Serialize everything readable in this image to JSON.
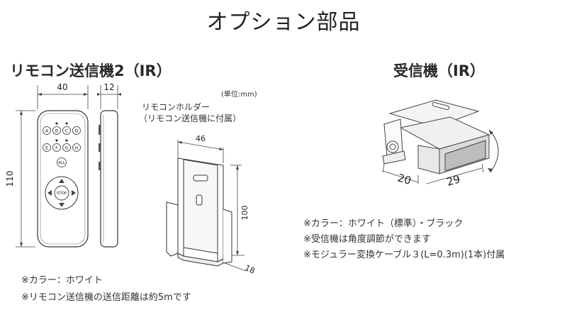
{
  "page": {
    "title": "オプション部品"
  },
  "remote": {
    "heading": "リモコン送信機2（IR）",
    "dims": {
      "width": "40",
      "depth": "12",
      "height": "110"
    },
    "buttons": {
      "a": "A",
      "b": "B",
      "c": "C",
      "d": "D",
      "e": "E",
      "f": "F",
      "g": "G",
      "h": "H",
      "all": "ALL",
      "stop": "STOP"
    },
    "notes": [
      "※カラー：ホワイト",
      "※リモコン送信機の送信距離は約5mです"
    ]
  },
  "holder": {
    "unit": "(単位:mm)",
    "label_line1": "リモコンホルダー",
    "label_line2": "（リモコン送信機に付属）",
    "dims": {
      "width": "46",
      "height": "100",
      "depth": "18"
    }
  },
  "receiver": {
    "heading": "受信機（IR）",
    "dims": {
      "a": "20",
      "b": "29"
    },
    "notes": [
      "※カラー：ホワイト（標準）・ブラック",
      "※受信機は角度調節ができます",
      "※モジュラー変換ケーブル３(L=0.3m)(1本)付属"
    ]
  }
}
